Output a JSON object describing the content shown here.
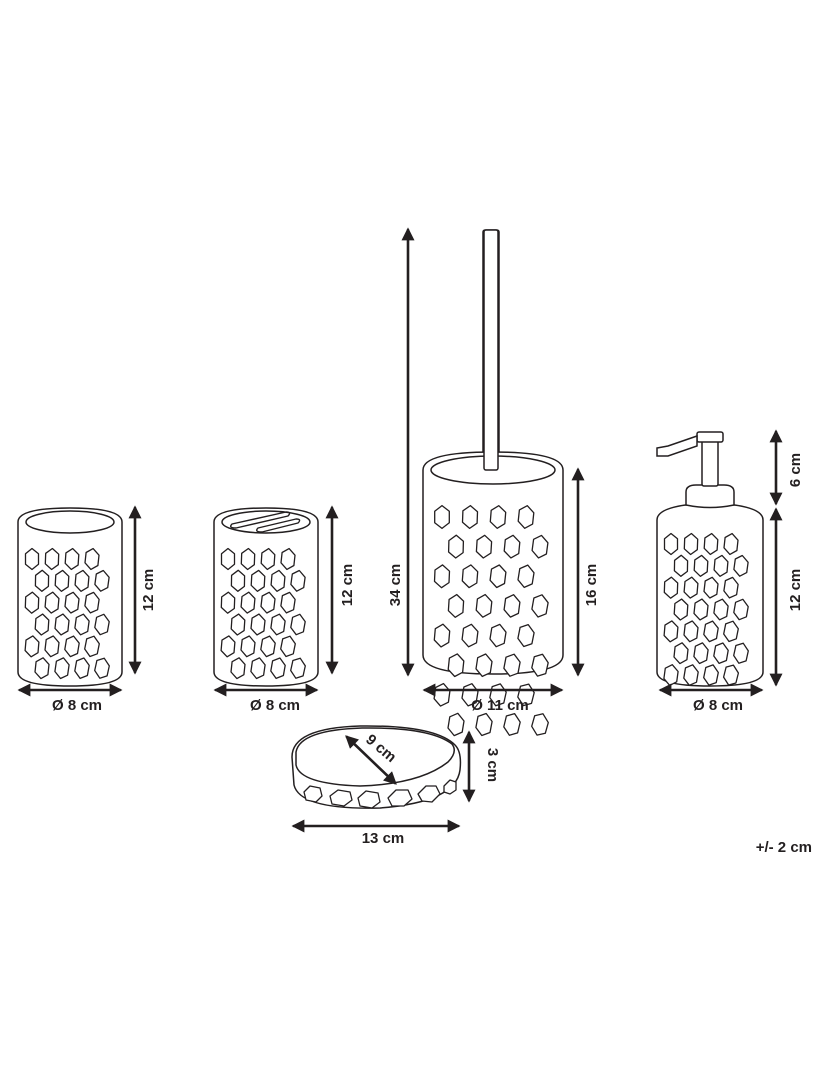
{
  "items": [
    {
      "name": "tumbler",
      "height_label": "12 cm",
      "diameter_label": "Ø 8 cm"
    },
    {
      "name": "toothbrush-holder",
      "height_label": "12 cm",
      "diameter_label": "Ø 8 cm"
    },
    {
      "name": "toilet-brush",
      "total_height_label": "34 cm",
      "height_label": "16 cm",
      "diameter_label": "Ø 11 cm"
    },
    {
      "name": "soap-dispenser",
      "pump_height_label": "6 cm",
      "height_label": "12 cm",
      "diameter_label": "Ø 8 cm"
    },
    {
      "name": "soap-dish",
      "height_label": "3 cm",
      "depth_label": "9 cm",
      "width_label": "13 cm"
    }
  ],
  "tolerance": "+/- 2 cm"
}
